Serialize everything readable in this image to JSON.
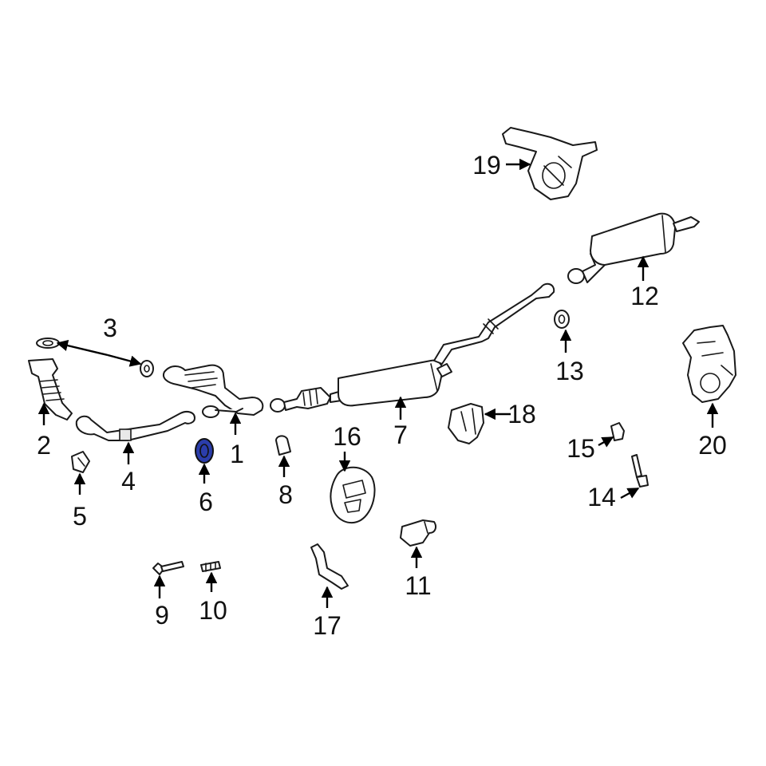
{
  "highlight_color": "#2b3dab",
  "callouts": {
    "c1": "1",
    "c2": "2",
    "c3": "3",
    "c4": "4",
    "c5": "5",
    "c6": "6",
    "c7": "7",
    "c8": "8",
    "c9": "9",
    "c10": "10",
    "c11": "11",
    "c12": "12",
    "c13": "13",
    "c14": "14",
    "c15": "15",
    "c16": "16",
    "c17": "17",
    "c18": "18",
    "c19": "19",
    "c20": "20"
  }
}
